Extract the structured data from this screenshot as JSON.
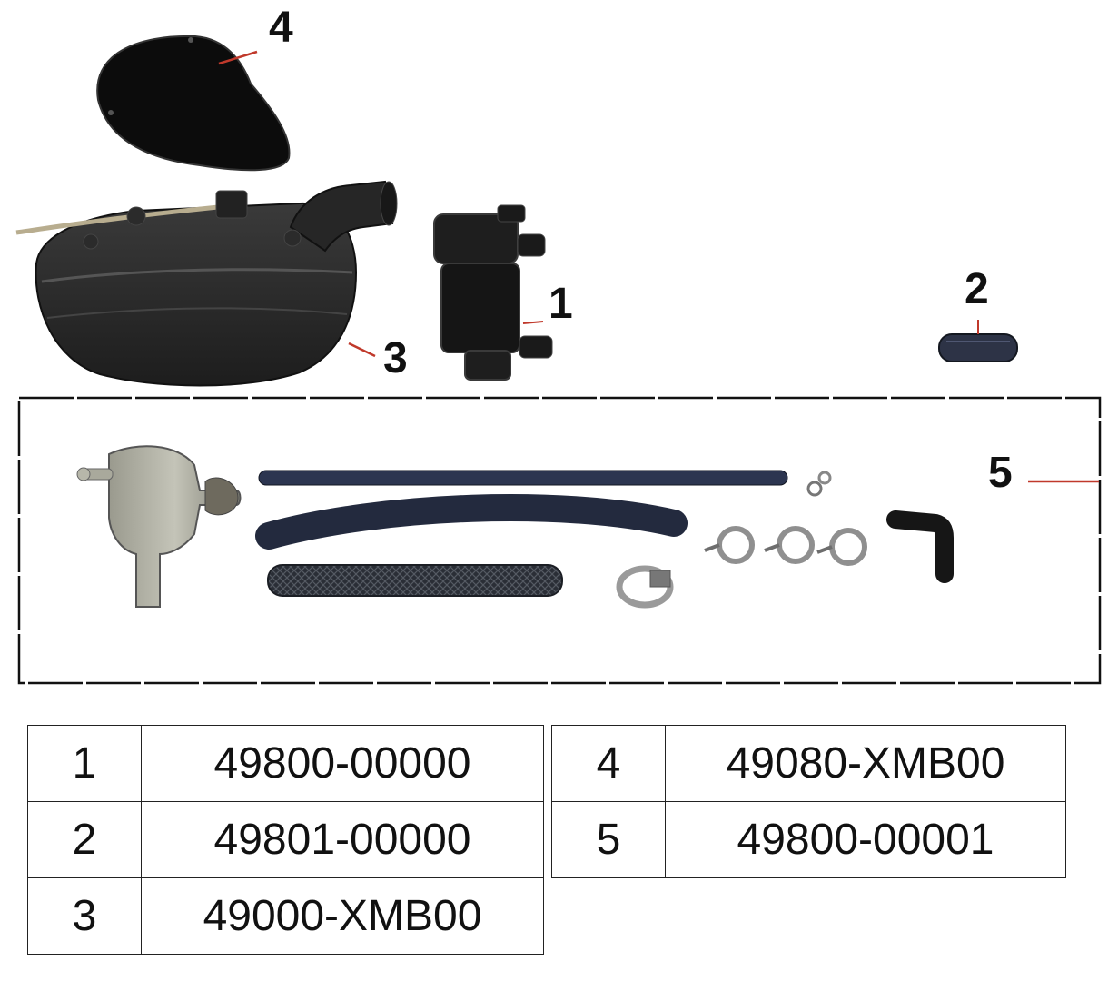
{
  "callouts": {
    "c1": "1",
    "c2": "2",
    "c3": "3",
    "c4": "4",
    "c5": "5"
  },
  "parts_table_left": [
    {
      "number": "1",
      "code": "49800-00000"
    },
    {
      "number": "2",
      "code": "49801-00000"
    },
    {
      "number": "3",
      "code": "49000-XMB00"
    }
  ],
  "parts_table_right": [
    {
      "number": "4",
      "code": "49080-XMB00"
    },
    {
      "number": "5",
      "code": "49800-00001"
    }
  ],
  "colors": {
    "leader_line": "#c0392b",
    "part_dark": "#1c1c1c",
    "part_grey": "#8a8a80",
    "hose_blue": "#2c3550"
  }
}
